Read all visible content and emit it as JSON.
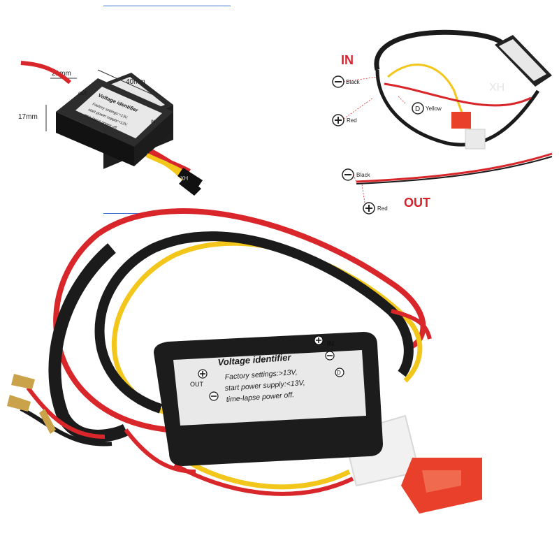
{
  "dimensions": {
    "width": "40mm",
    "depth": "21mm",
    "height": "17mm"
  },
  "module": {
    "title": "Voltage identifier",
    "line1": "Factory settings:>13V,",
    "line2": "start power supply:<13V,",
    "line3": "time-lapse power off.",
    "out_label": "OUT",
    "in_label": "IN",
    "d_label": "D"
  },
  "wiring": {
    "in_label": "IN",
    "out_label": "OUT",
    "in_black": "Black",
    "in_red": "Red",
    "yellow": "Yellow",
    "out_black": "Black",
    "out_red": "Red",
    "d_symbol": "D"
  },
  "watermark": "XH",
  "colors": {
    "wire_red": "#d8262a",
    "wire_yellow": "#f2c61a",
    "wire_black": "#1b1b1b",
    "fuse": "#e8402a",
    "accent_red": "#d7232e"
  }
}
